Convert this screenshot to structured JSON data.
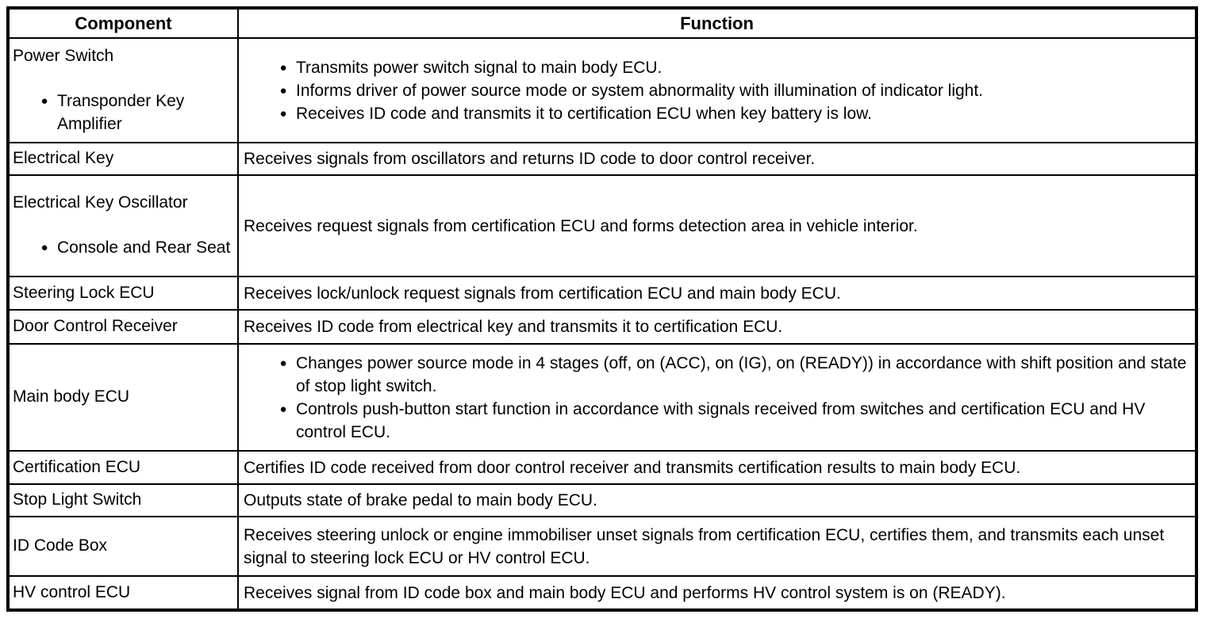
{
  "table": {
    "headers": {
      "component": "Component",
      "function": "Function"
    },
    "bullet_icon": "●",
    "colors": {
      "border": "#000000",
      "text": "#000000",
      "background": "#ffffff"
    },
    "rows": [
      {
        "component": {
          "title": "Power Switch",
          "bullets": [
            "Transponder Key Amplifier"
          ]
        },
        "function": {
          "bullets": [
            "Transmits power switch signal to main body ECU.",
            "Informs driver of power source mode or system abnormality with illumination of indicator light.",
            "Receives ID code and transmits it to certification ECU when key battery is low."
          ]
        }
      },
      {
        "component": {
          "title": "Electrical Key"
        },
        "function": {
          "text": "Receives signals from oscillators and returns ID code to door control receiver."
        }
      },
      {
        "component": {
          "title": "Electrical Key Oscillator",
          "bullets": [
            "Console and Rear Seat"
          ]
        },
        "function": {
          "text": "Receives request signals from certification ECU and forms detection area in vehicle interior."
        }
      },
      {
        "component": {
          "title": "Steering Lock ECU"
        },
        "function": {
          "text": "Receives lock/unlock request signals from certification ECU and main body ECU."
        }
      },
      {
        "component": {
          "title": "Door Control Receiver"
        },
        "function": {
          "text": "Receives ID code from electrical key and transmits it to certification ECU."
        }
      },
      {
        "component": {
          "title": "Main body ECU"
        },
        "function": {
          "bullets": [
            "Changes power source mode in 4 stages (off, on (ACC), on (IG), on (READY)) in accordance with shift position and state of stop light switch.",
            "Controls push-button start function in accordance with signals received from switches and certification ECU and HV control ECU."
          ]
        }
      },
      {
        "component": {
          "title": "Certification ECU"
        },
        "function": {
          "text": "Certifies ID code received from door control receiver and transmits certification results to main body ECU."
        }
      },
      {
        "component": {
          "title": "Stop Light Switch"
        },
        "function": {
          "text": "Outputs state of brake pedal to main body ECU."
        }
      },
      {
        "component": {
          "title": "ID Code Box"
        },
        "function": {
          "text": "Receives steering unlock or engine immobiliser unset signals from certification ECU, certifies them, and transmits each unset signal to steering lock ECU or HV control ECU."
        }
      },
      {
        "component": {
          "title": "HV control ECU"
        },
        "function": {
          "text": "Receives signal from ID code box and main body ECU and performs HV control system is on (READY)."
        }
      }
    ]
  }
}
